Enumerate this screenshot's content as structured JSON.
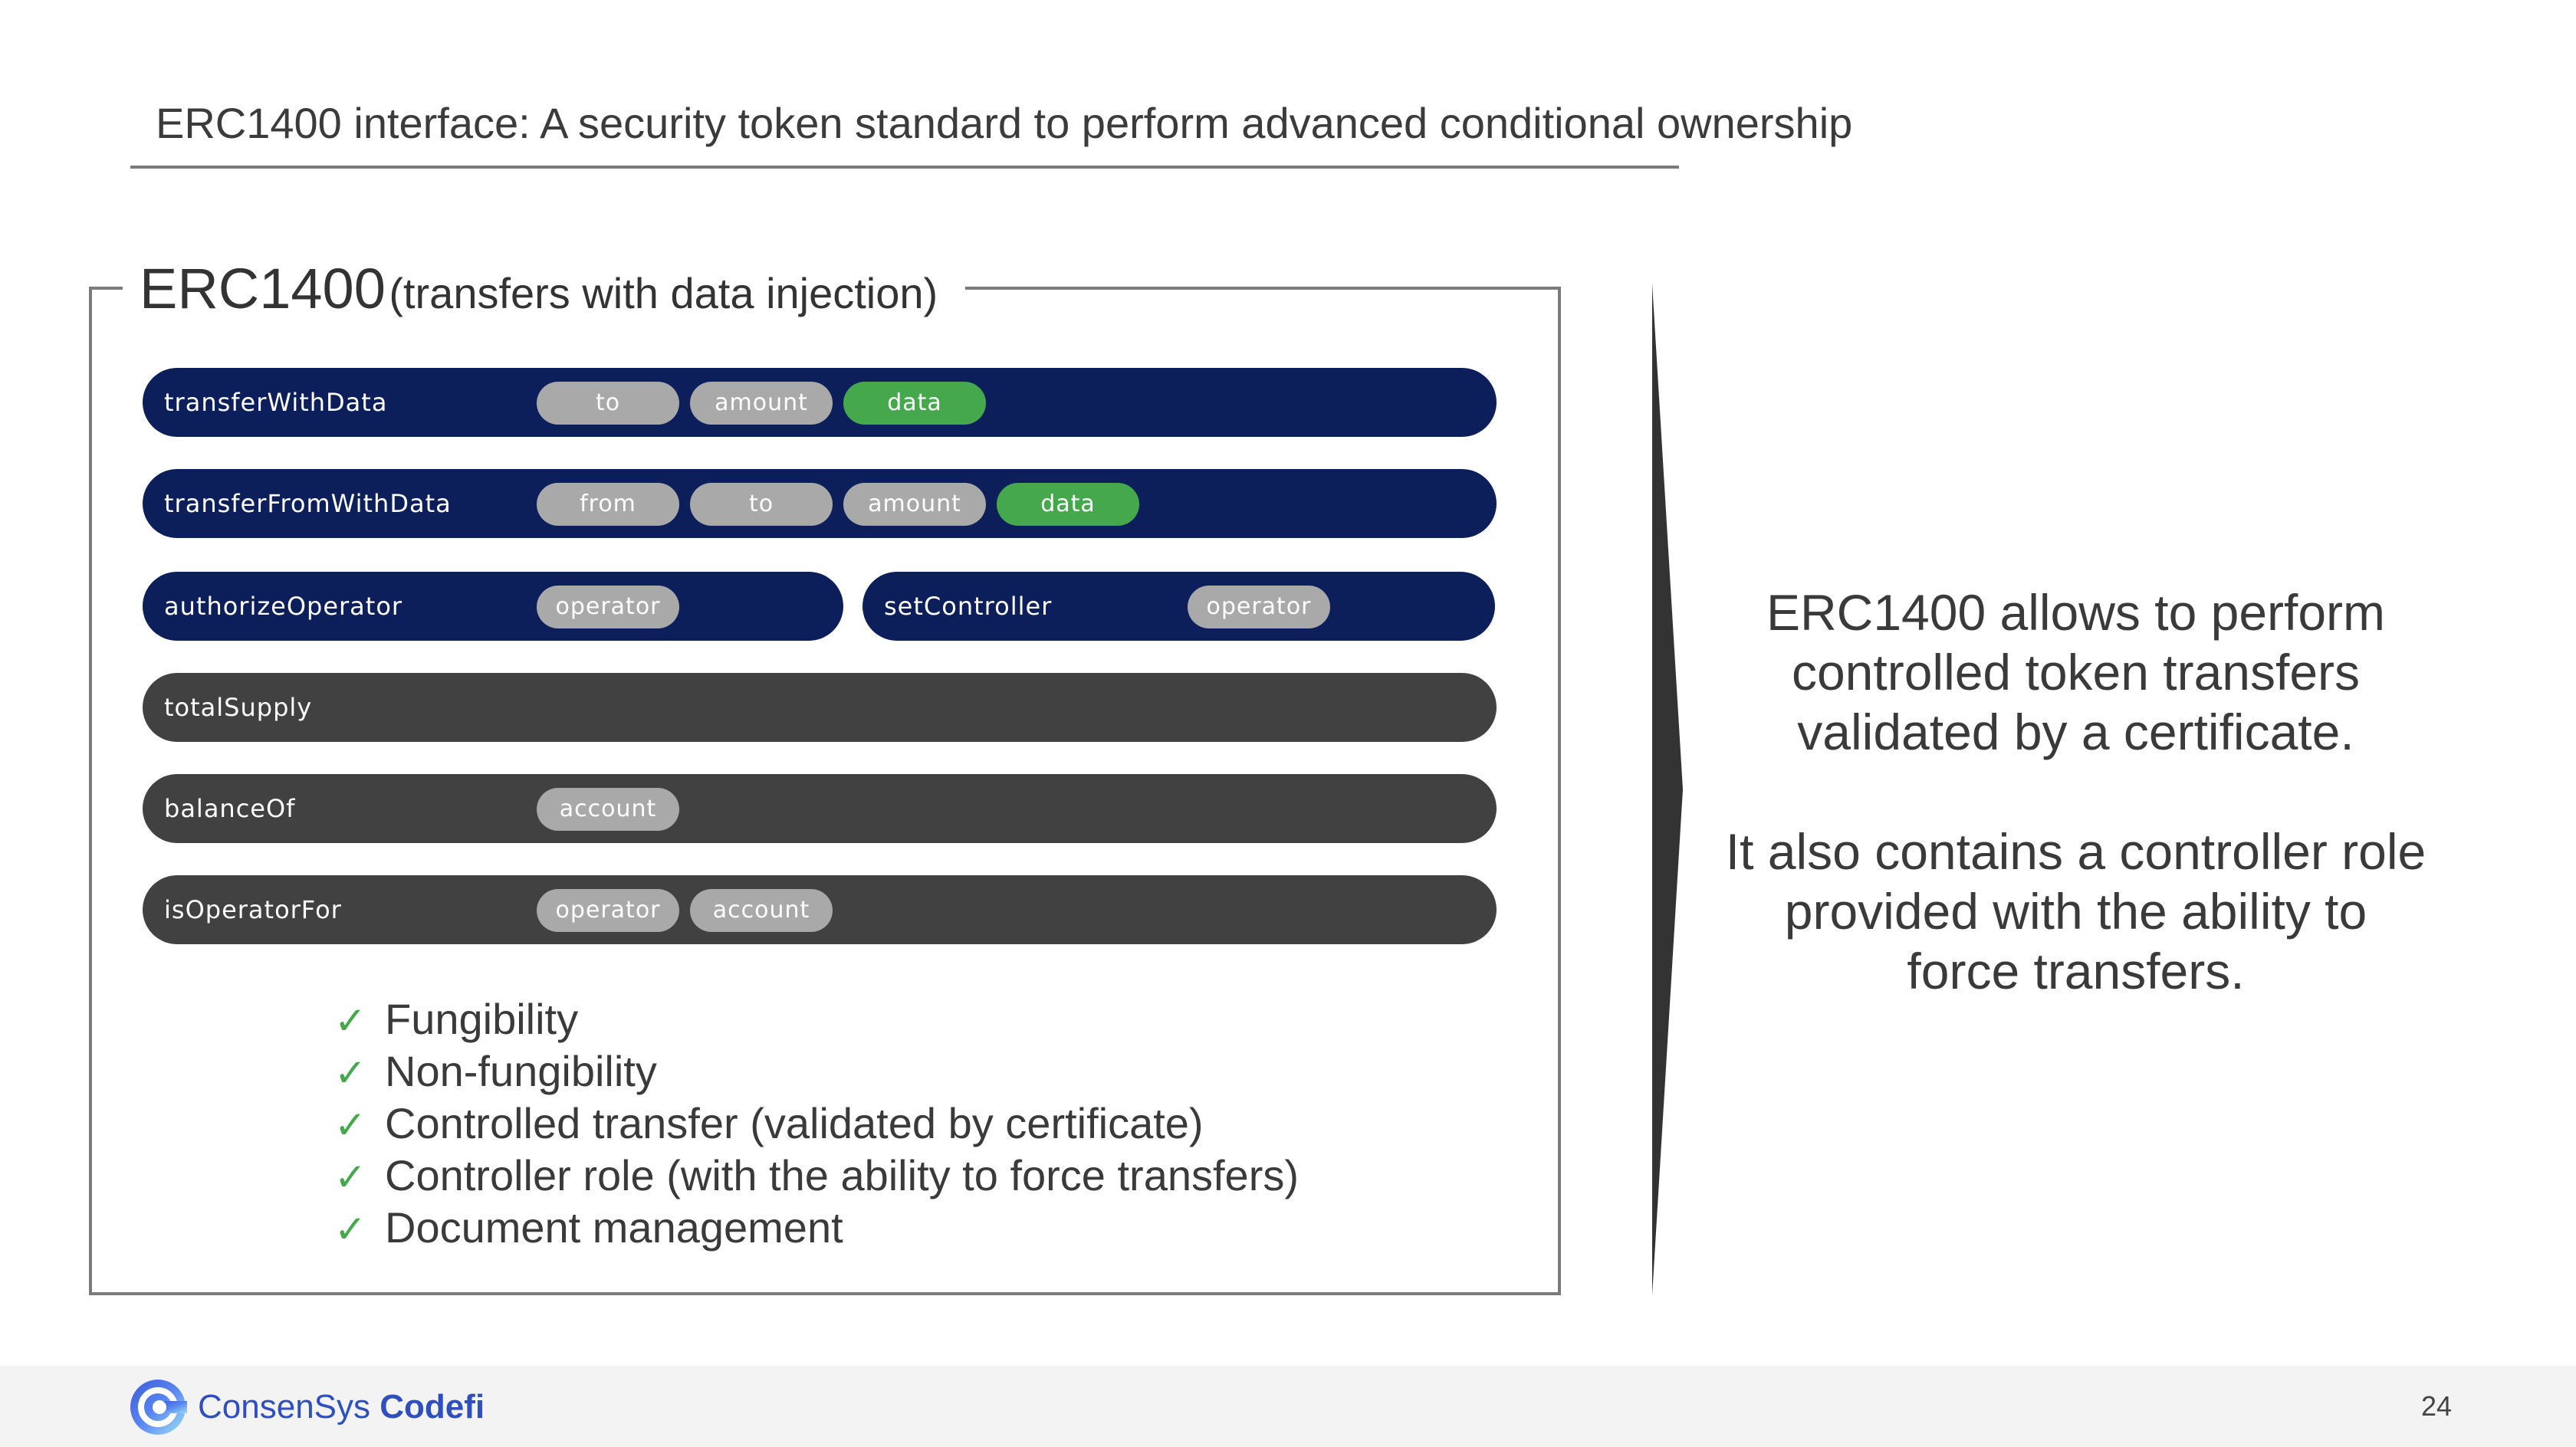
{
  "slide": {
    "title": "ERC1400 interface: A security token standard to perform advanced conditional ownership",
    "page_number": "24"
  },
  "box": {
    "heading_main": "ERC1400",
    "heading_sub": "(transfers with data injection)"
  },
  "functions": [
    {
      "name": "transferWithData",
      "params": [
        "to",
        "amount",
        "data"
      ]
    },
    {
      "name": "transferFromWithData",
      "params": [
        "from",
        "to",
        "amount",
        "data"
      ]
    },
    {
      "name": "authorizeOperator",
      "params": [
        "operator"
      ]
    },
    {
      "name": "setController",
      "params": [
        "operator"
      ]
    },
    {
      "name": "totalSupply",
      "params": []
    },
    {
      "name": "balanceOf",
      "params": [
        "account"
      ]
    },
    {
      "name": "isOperatorFor",
      "params": [
        "operator",
        "account"
      ]
    }
  ],
  "features": {
    "check_glyph": "✓",
    "items": [
      "Fungibility",
      "Non-fungibility",
      "Controlled transfer (validated by certificate)",
      "Controller role (with the ability to force transfers)",
      "Document management"
    ]
  },
  "summary": {
    "paragraph1": "ERC1400 allows to perform controlled token transfers validated by a certificate.",
    "paragraph2": "It also contains a controller role provided with the ability to force transfers."
  },
  "footer": {
    "brand_regular": "ConsenSys",
    "brand_bold": "Codefi",
    "logo_icon": "consensys-codefi-logo-icon"
  },
  "colors": {
    "navy": "#0c1f5a",
    "dark": "#414141",
    "param_gray": "#a9a9a9",
    "param_green": "#45a84d",
    "brand_blue": "#2e4fbd"
  }
}
